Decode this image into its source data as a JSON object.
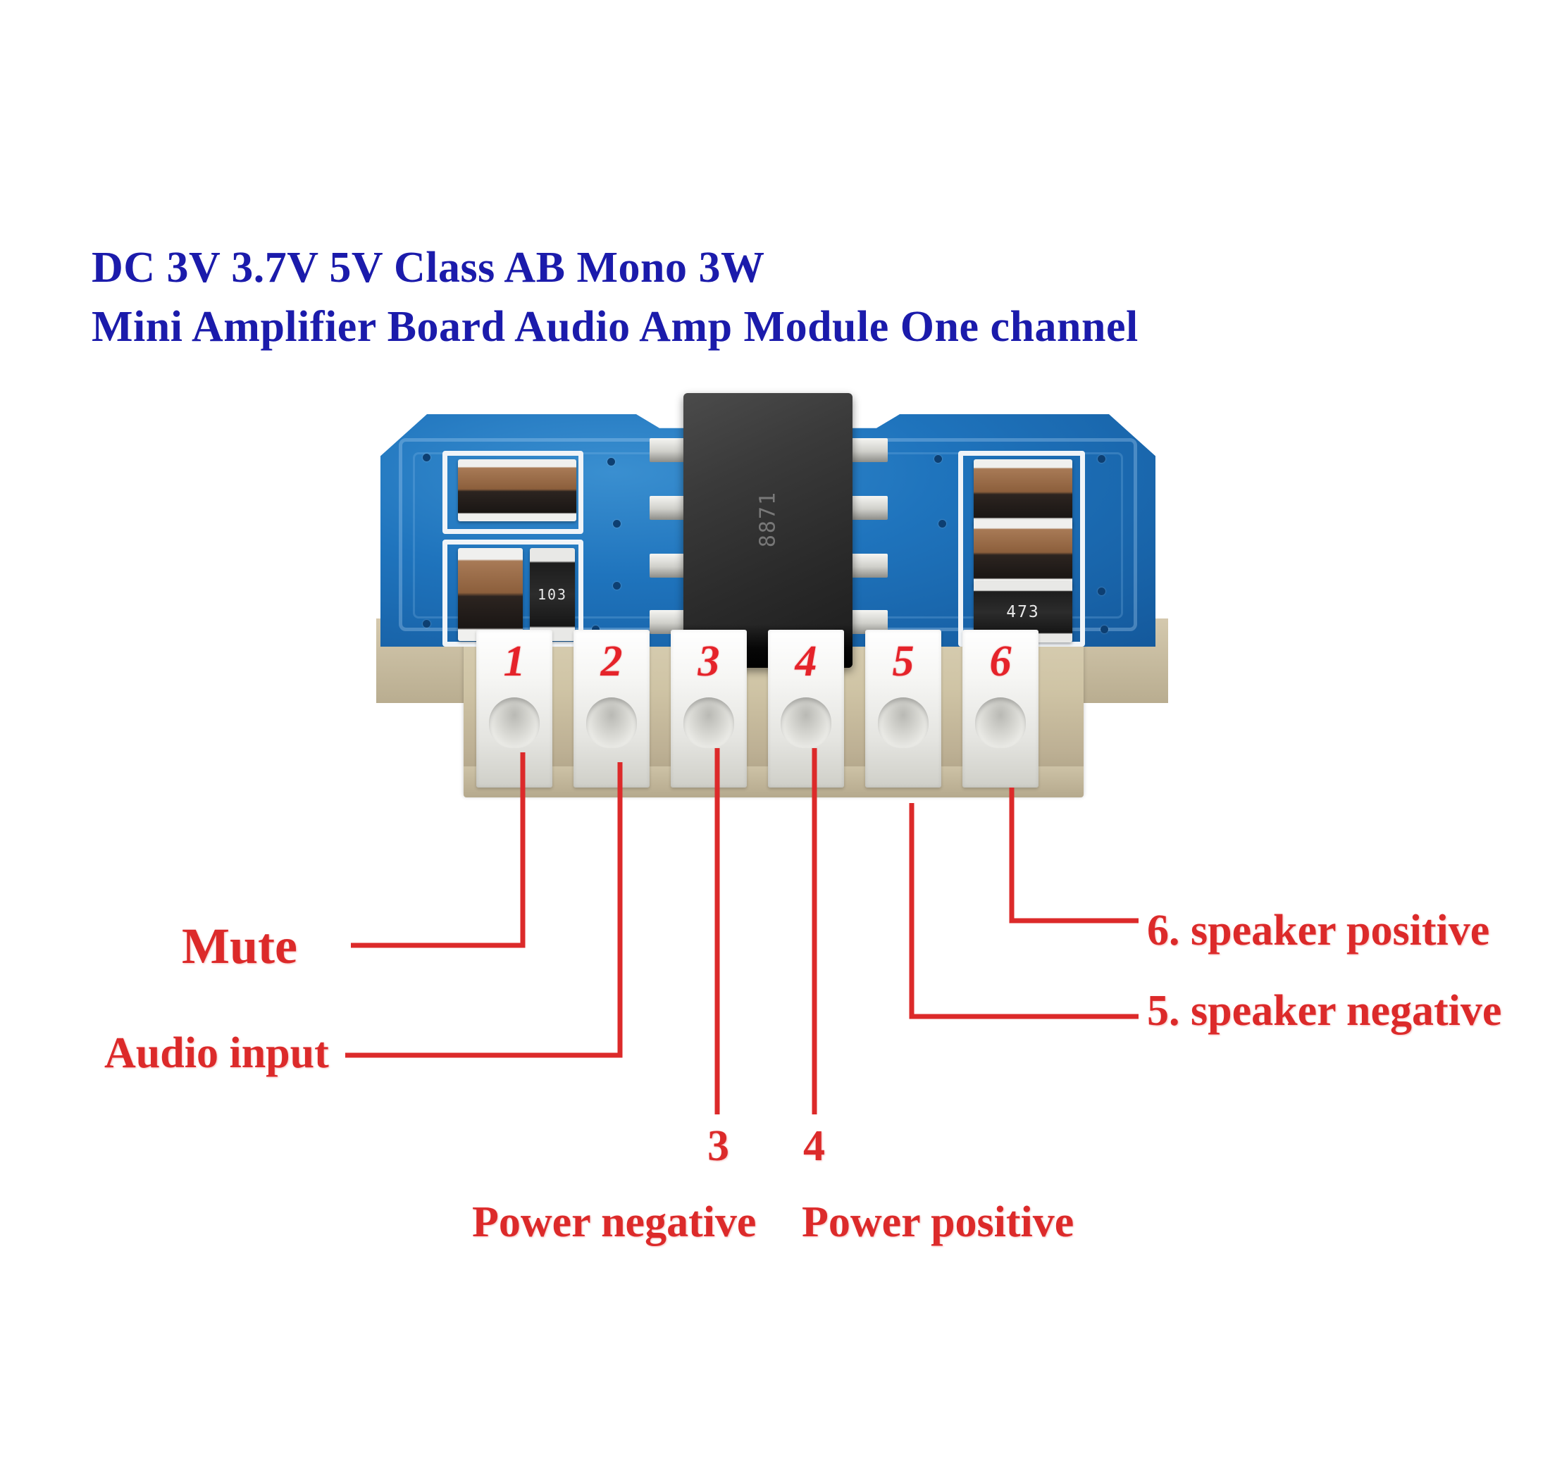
{
  "title": {
    "line1": "DC 3V 3.7V 5V Class AB Mono 3W",
    "line2": "Mini Amplifier Board Audio Amp Module One channel",
    "color": "#1b1bab"
  },
  "board": {
    "pcb_color": "#1f74bd",
    "silkscreen_color": "#f0f4f8",
    "ic_label": "8871",
    "resistor_left_code": "103",
    "resistor_right_code": "473",
    "pins": [
      {
        "number": "1",
        "function": "Mute"
      },
      {
        "number": "2",
        "function": "Audio input"
      },
      {
        "number": "3",
        "function": "Power negative"
      },
      {
        "number": "4",
        "function": "Power positive"
      },
      {
        "number": "5",
        "function": "speaker negative"
      },
      {
        "number": "6",
        "function": "speaker positive"
      }
    ]
  },
  "callouts": {
    "color": "#dc2a2a",
    "mute": "Mute",
    "audio_input": "Audio input",
    "power_negative": "Power negative",
    "power_positive": "Power positive",
    "speaker_negative": "5. speaker negative",
    "speaker_positive": "6. speaker positive",
    "num_3": "3",
    "num_4": "4"
  }
}
